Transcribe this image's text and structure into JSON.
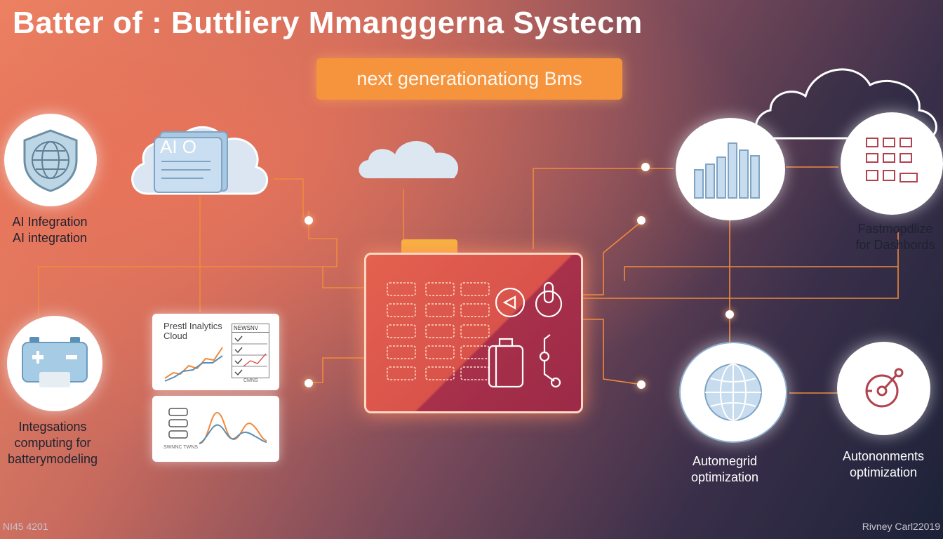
{
  "title": "Batter of : Buttliery Mmanggerna Systecm",
  "banner": "next generationationg Bms",
  "nodes": {
    "ai_integration": {
      "line1": "AI Infegration",
      "line2": "AI integration"
    },
    "ai_cloud": {
      "text": "AI O"
    },
    "batterymodeling": {
      "line1": "Integsations",
      "line2": "computing for",
      "line3": "batterymodeling"
    },
    "analytics_card": {
      "title1": "Prestl Inalytics",
      "title2": "Cloud",
      "list_header": "NEWSNV",
      "caption": "CMNS"
    },
    "modeling_card": {
      "caption": "SWNNC TWNS"
    },
    "dashboards": {
      "line1": "Fastmopdlize",
      "line2": "for Dashbords"
    },
    "automegrid": {
      "line1": "Automegrid",
      "line2": "optimization"
    },
    "autonomous": {
      "line1": "Autononments",
      "line2": "optimization"
    }
  },
  "footer": {
    "left": "NI45 4201",
    "right": "Rivney Carl22019"
  },
  "colors": {
    "accent": "#f5943d",
    "hub": "#d9534b",
    "line": "#f08a3c"
  }
}
